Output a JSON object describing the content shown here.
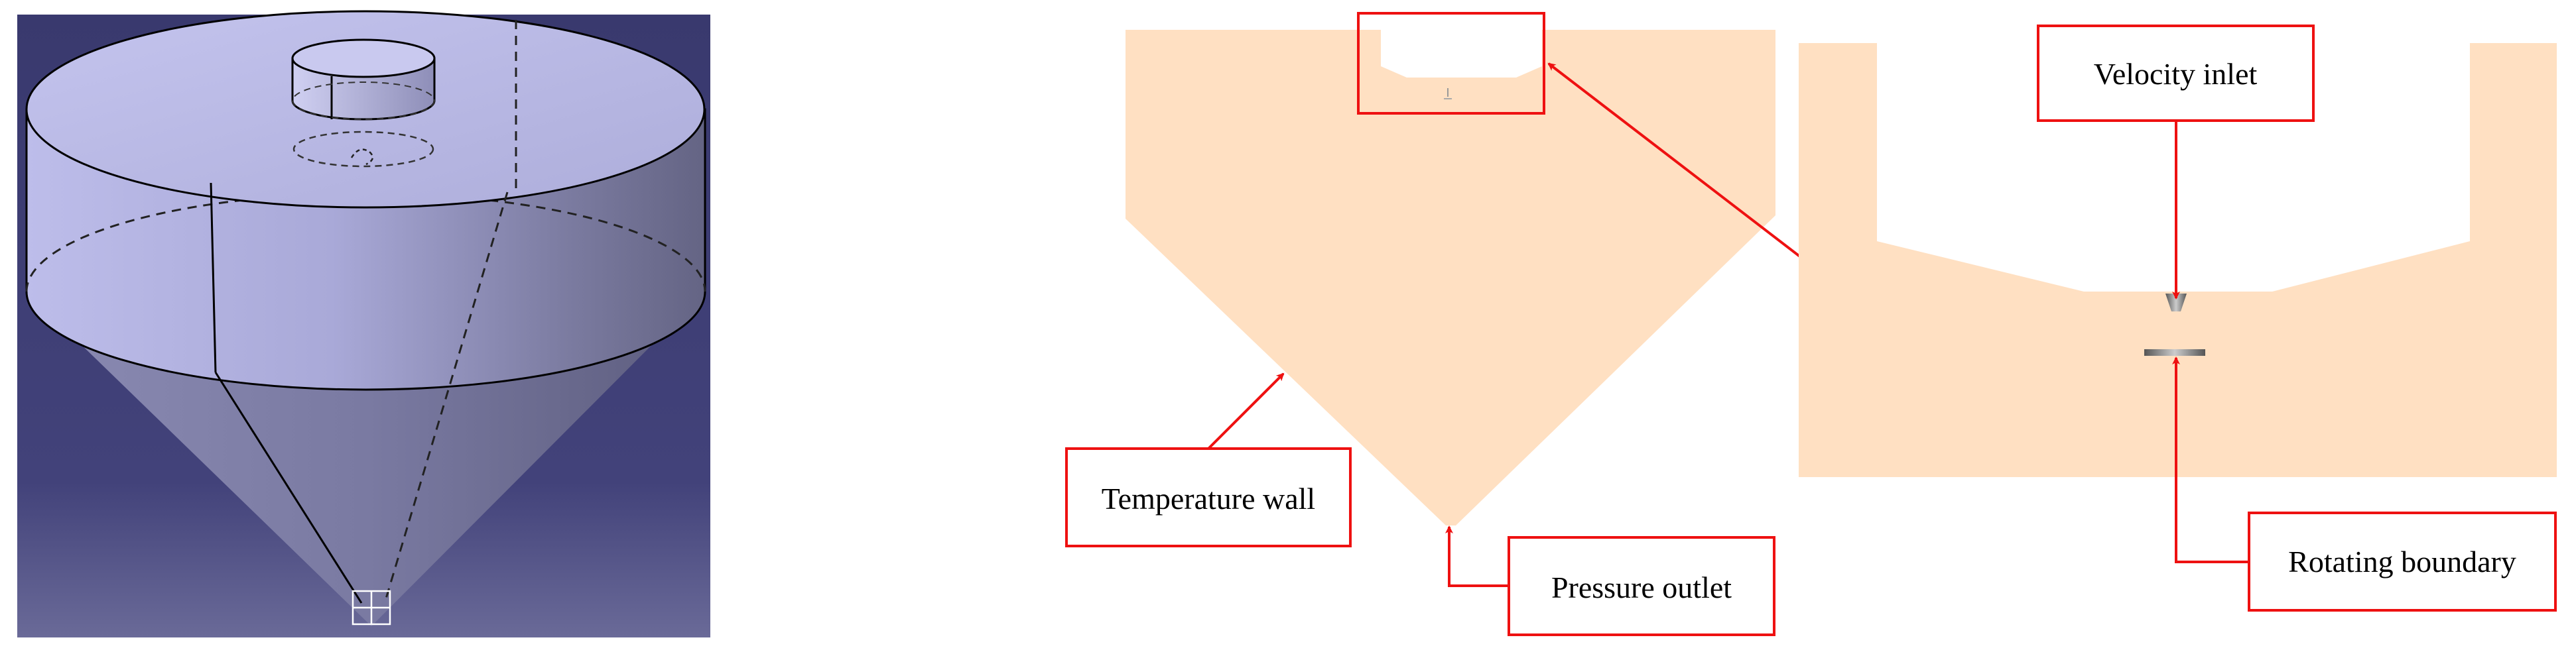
{
  "labels": {
    "temperature_wall": "Temperature wall",
    "pressure_outlet": "Pressure outlet",
    "velocity_inlet": "Velocity inlet",
    "rotating_boundary": "Rotating boundary"
  },
  "colors": {
    "cad_background_top": "#39396e",
    "cad_background_bottom": "#6a6a98",
    "cad_body_light": "#b9b9e6",
    "cad_body_dark": "#6a6a88",
    "domain_fill": "#ffe0c2",
    "annotation_red": "#ee1111"
  }
}
